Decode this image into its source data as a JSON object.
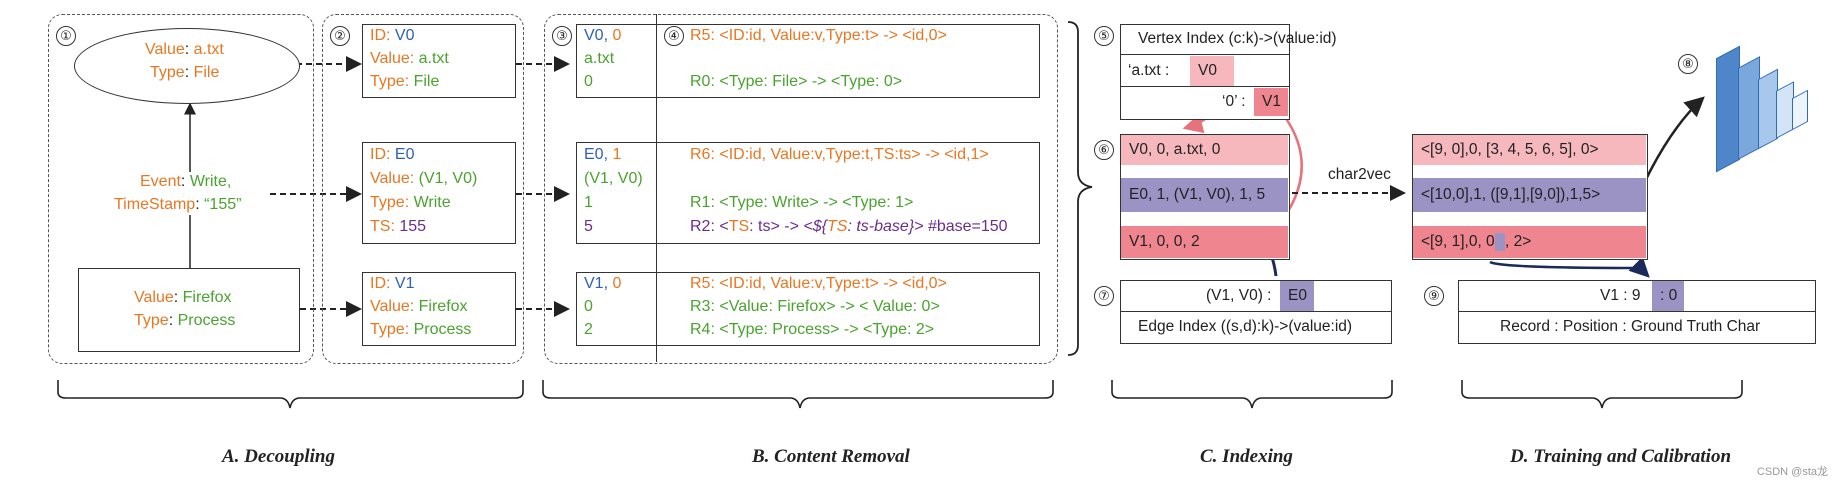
{
  "nums": [
    "①",
    "②",
    "③",
    "④",
    "⑤",
    "⑥",
    "⑦",
    "⑧",
    "⑨"
  ],
  "graph": {
    "file": {
      "value_k": "Value",
      "value_v": "a.txt",
      "type_k": "Type",
      "type_v": "File"
    },
    "event": {
      "event_k": "Event",
      "event_v": "Write,",
      "ts_k": "TimeStamp",
      "ts_v": "“155”"
    },
    "process": {
      "value_k": "Value",
      "value_v": "Firefox",
      "type_k": "Type",
      "type_v": "Process"
    }
  },
  "decoupled": {
    "v0": {
      "id_k": "ID:",
      "id_v": "V0",
      "value_k": "Value:",
      "value_v": "a.txt",
      "type_k": "Type:",
      "type_v": "File"
    },
    "e0": {
      "id_k": "ID:",
      "id_v": "E0",
      "value_k": "Value:",
      "value_v": "(V1, V0)",
      "type_k": "Type:",
      "type_v": "Write",
      "ts_k": "TS:",
      "ts_v": "155"
    },
    "v1": {
      "id_k": "ID:",
      "id_v": "V1",
      "value_k": "Value:",
      "value_v": "Firefox",
      "type_k": "Type:",
      "type_v": "Process"
    }
  },
  "removed": {
    "v0": {
      "l1a": "V0,",
      "l1b": "0",
      "l2": "a.txt",
      "l3": "0"
    },
    "e0": {
      "l1a": "E0,",
      "l1b": "1",
      "l2": "(V1, V0)",
      "l3": "1",
      "l4": "5"
    },
    "v1": {
      "l1a": "V1,",
      "l1b": "0",
      "l2": "0",
      "l3": "2"
    }
  },
  "rules": {
    "r5a": {
      "name": "R5:",
      "text": "<ID:id, Value:v,Type:t> -> <id,0>"
    },
    "r0": {
      "name": "R0:",
      "text": "<Type: File> -> <Type: 0>"
    },
    "r6": {
      "name": "R6:",
      "text": "<ID:id, Value:v,Type:t,TS:ts> -> <id,1>"
    },
    "r1": {
      "name": "R1:",
      "text": "<Type: Write> -> <Type: 1>"
    },
    "r2": {
      "name": "R2:",
      "p1": "<",
      "ts": "TS",
      "p2": ": ts> -> ",
      "p3": "<${",
      "ts2": "TS",
      "p4": ": ts-base}>",
      "p5": " #base=150"
    },
    "r5b": {
      "name": "R5:",
      "text": "<ID:id, Value:v,Type:t> -> <id,0>"
    },
    "r3": {
      "name": "R3:",
      "text": "<Value: Firefox> -> < Value: 0>"
    },
    "r4": {
      "name": "R4:",
      "text": "<Type: Process> -> <Type: 2>"
    }
  },
  "indexing": {
    "vertex_title": "Vertex Index (c:k)->(value:id)",
    "vrow1_key": "‘a.txt   :",
    "vrow1_val": "V0",
    "vrow2_key": "‘0’ :",
    "vrow2_val": "V1",
    "rec1": "V0, 0, a.txt, 0",
    "rec2": "E0, 1, (V1, V0), 1, 5",
    "rec3": "V1, 0, 0, 2",
    "edge_key": "(V1, V0) :",
    "edge_val": "E0",
    "edge_title": "Edge Index ((s,d):k)->(value:id)",
    "char2vec": "char2vec"
  },
  "training": {
    "vec1": "<[9, 0],0, [3, 4, 5, 6, 5], 0>",
    "vec2": "<[10,0],1, ([9,1],[9,0]),1,5>",
    "vec3a": "<[9, 1],0, 0",
    "vec3b": ", 2>",
    "vec3hl": "",
    "pos_a": "V1 : 9",
    "pos_b": ": 0",
    "pos_title": "Record : Position : Ground Truth Char"
  },
  "captions": {
    "a": "A. Decoupling",
    "b": "B. Content Removal",
    "c": "C. Indexing",
    "d": "D. Training and Calibration"
  },
  "watermark": "CSDN @sta龙"
}
